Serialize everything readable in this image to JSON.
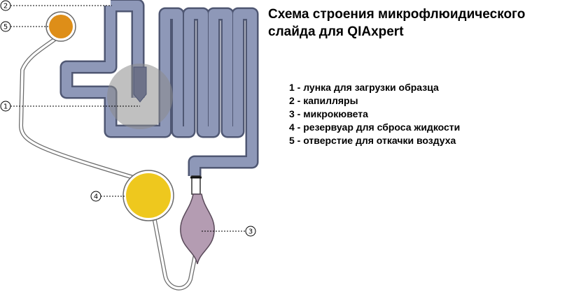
{
  "title_line1": "Схема строения микрофлюидического",
  "title_line2": "слайда для QIAxpert",
  "legend": [
    "1 - лунка для загрузки образца",
    "2 - капилляры",
    "3 - микрокювета",
    "4 - резервуар для сброса жидкости",
    "5 - отверстие для откачки воздуха"
  ],
  "callouts": {
    "c1": "1",
    "c2": "2",
    "c3": "3",
    "c4": "4",
    "c5": "5"
  },
  "colors": {
    "capillary_fill": "#8e98b8",
    "capillary_outline": "#4f5773",
    "sample_well": "#8c8c8c",
    "reservoir": "#eec81e",
    "air_hole": "#de8e18",
    "cuvette": "#b49cb2"
  }
}
